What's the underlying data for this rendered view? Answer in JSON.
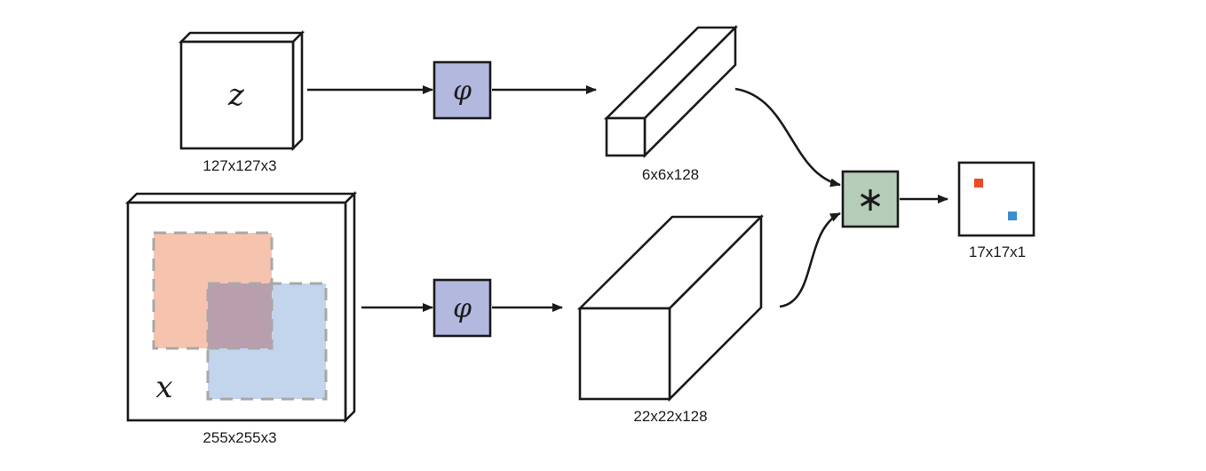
{
  "exemplar": {
    "symbol": "z",
    "size_label": "127x127x3"
  },
  "search": {
    "symbol": "x",
    "size_label": "255x255x3",
    "candidate_colors": [
      "#f6c4ae",
      "#b8cdea"
    ]
  },
  "embedding": {
    "symbol": "φ",
    "color": "#b3b8df"
  },
  "exemplar_features": {
    "size_label": "6x6x128"
  },
  "search_features": {
    "size_label": "22x22x128"
  },
  "cross_correlation": {
    "symbol": "∗",
    "color": "#b5ccb9"
  },
  "score_map": {
    "size_label": "17x17x1",
    "marker_colors": [
      "#ec4a26",
      "#3d8ed0"
    ]
  }
}
